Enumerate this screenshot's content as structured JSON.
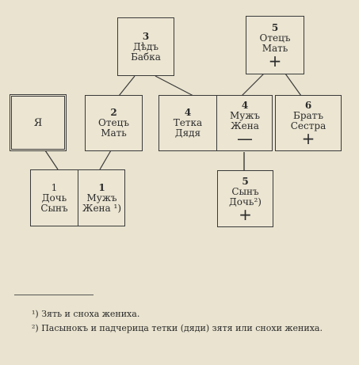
{
  "grandparents_maternal": {
    "number": "3",
    "line1": "Дѣдъ",
    "line2": "Бабка"
  },
  "grandparents_paternal": {
    "number": "5",
    "line1": "Отецъ",
    "line2": "Мать",
    "mark": "+"
  },
  "self": {
    "label": "Я"
  },
  "parents": {
    "number": "2",
    "line1": "Отецъ",
    "line2": "Мать"
  },
  "aunt_uncle": {
    "number": "4",
    "line1": "Тетка",
    "line2": "Дядя"
  },
  "husband_wife": {
    "number": "4",
    "line1": "Мужъ",
    "line2": "Жена",
    "mark": "—"
  },
  "sibling": {
    "number": "6",
    "line1": "Братъ",
    "line2": "Сестра",
    "mark": "+"
  },
  "children": {
    "number": "1",
    "line1": "Дочь",
    "line2": "Сынъ"
  },
  "spouse": {
    "number": "1",
    "line1": "Мужъ",
    "line2": "Жена ¹)"
  },
  "stepchild": {
    "number": "5",
    "line1": "Сынъ",
    "line2": "Дочь²)",
    "mark": "+"
  },
  "footnotes": {
    "note1": "¹) Зять и сноха жениха.",
    "note2": "²) Пасынокъ и падчерица тетки (дяди) зятя или снохи жениха."
  }
}
